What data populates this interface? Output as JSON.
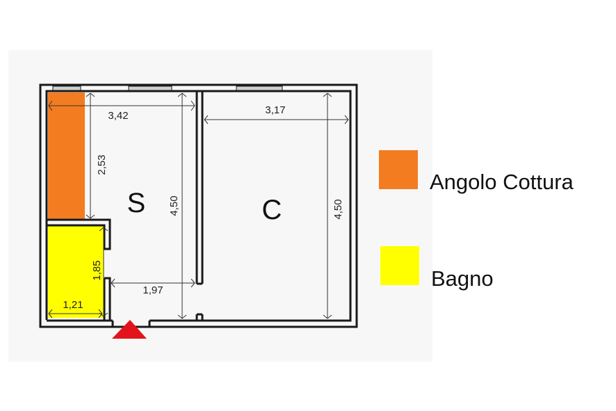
{
  "plan": {
    "rooms": [
      {
        "id": "soggiorno",
        "label": "S"
      },
      {
        "id": "camera",
        "label": "C"
      }
    ],
    "dimensions": {
      "cucina_width": "3,42",
      "cucina_depth": "2,53",
      "soggiorno_depth": "4,50",
      "soggiorno_lower_width": "1,97",
      "camera_width": "3,17",
      "camera_depth": "4,50",
      "bagno_width": "1,21",
      "bagno_depth": "1,85"
    },
    "colors": {
      "kitchen": "#f47c20",
      "bathroom": "#ffff00",
      "wall": "#1a1a1a",
      "entrance": "#e3131b",
      "window": "#cfcfcf"
    }
  },
  "legend": [
    {
      "label": "Angolo Cottura",
      "color": "#f47c20"
    },
    {
      "label": "Bagno",
      "color": "#ffff00"
    }
  ]
}
